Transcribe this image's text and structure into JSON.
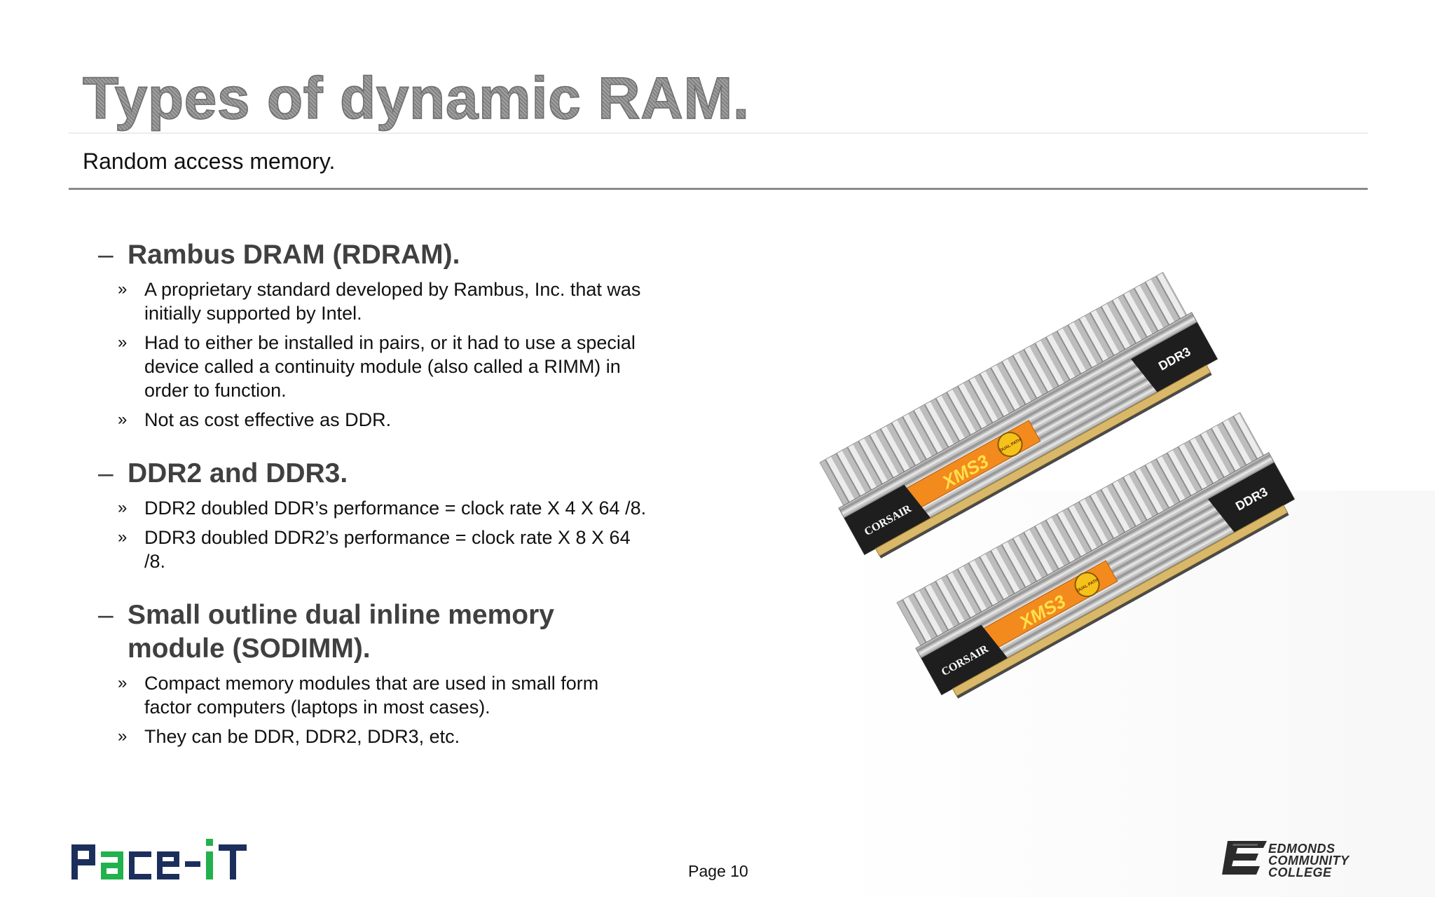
{
  "slide": {
    "title": "Types of dynamic RAM.",
    "subtitle": "Random access memory."
  },
  "sections": [
    {
      "heading": "Rambus DRAM (RDRAM).",
      "bullets": [
        "A proprietary standard developed by Rambus, Inc. that was initially supported by Intel.",
        "Had to either be installed in pairs, or it had to use a special device called a continuity module (also called a RIMM) in order to function.",
        "Not as cost effective as DDR."
      ]
    },
    {
      "heading": "DDR2 and DDR3.",
      "bullets": [
        "DDR2 doubled DDR’s performance = clock rate X 4 X 64 /8.",
        "DDR3 doubled DDR2’s performance = clock rate X 8 X 64 /8."
      ]
    },
    {
      "heading": "Small outline dual inline memory module (SODIMM).",
      "bullets": [
        "Compact memory modules that are used in small form factor computers (laptops in most cases).",
        "They can be DDR, DDR2, DDR3, etc."
      ]
    }
  ],
  "bullet_symbols": {
    "heading_dash": "–",
    "item_marker": "»"
  },
  "image": {
    "module_brand": "CORSAIR",
    "module_series": "XMS3",
    "module_type": "DDR3",
    "module_badge": "DUAL PATH"
  },
  "footer": {
    "pace_logo_text": "pace-IT",
    "page_number": "Page 10",
    "college_logo_lines": [
      "EDMONDS",
      "COMMUNITY",
      "COLLEGE"
    ]
  },
  "colors": {
    "title_gray": "#8c8c8c",
    "heading_gray": "#404040",
    "rule_gray": "#8a8a8a",
    "heatsink_silver": "#c8c8c8",
    "label_orange": "#f28a1e",
    "label_black": "#1e1e1e",
    "pace_green": "#22b14c",
    "pace_navy": "#1c2f5c"
  }
}
